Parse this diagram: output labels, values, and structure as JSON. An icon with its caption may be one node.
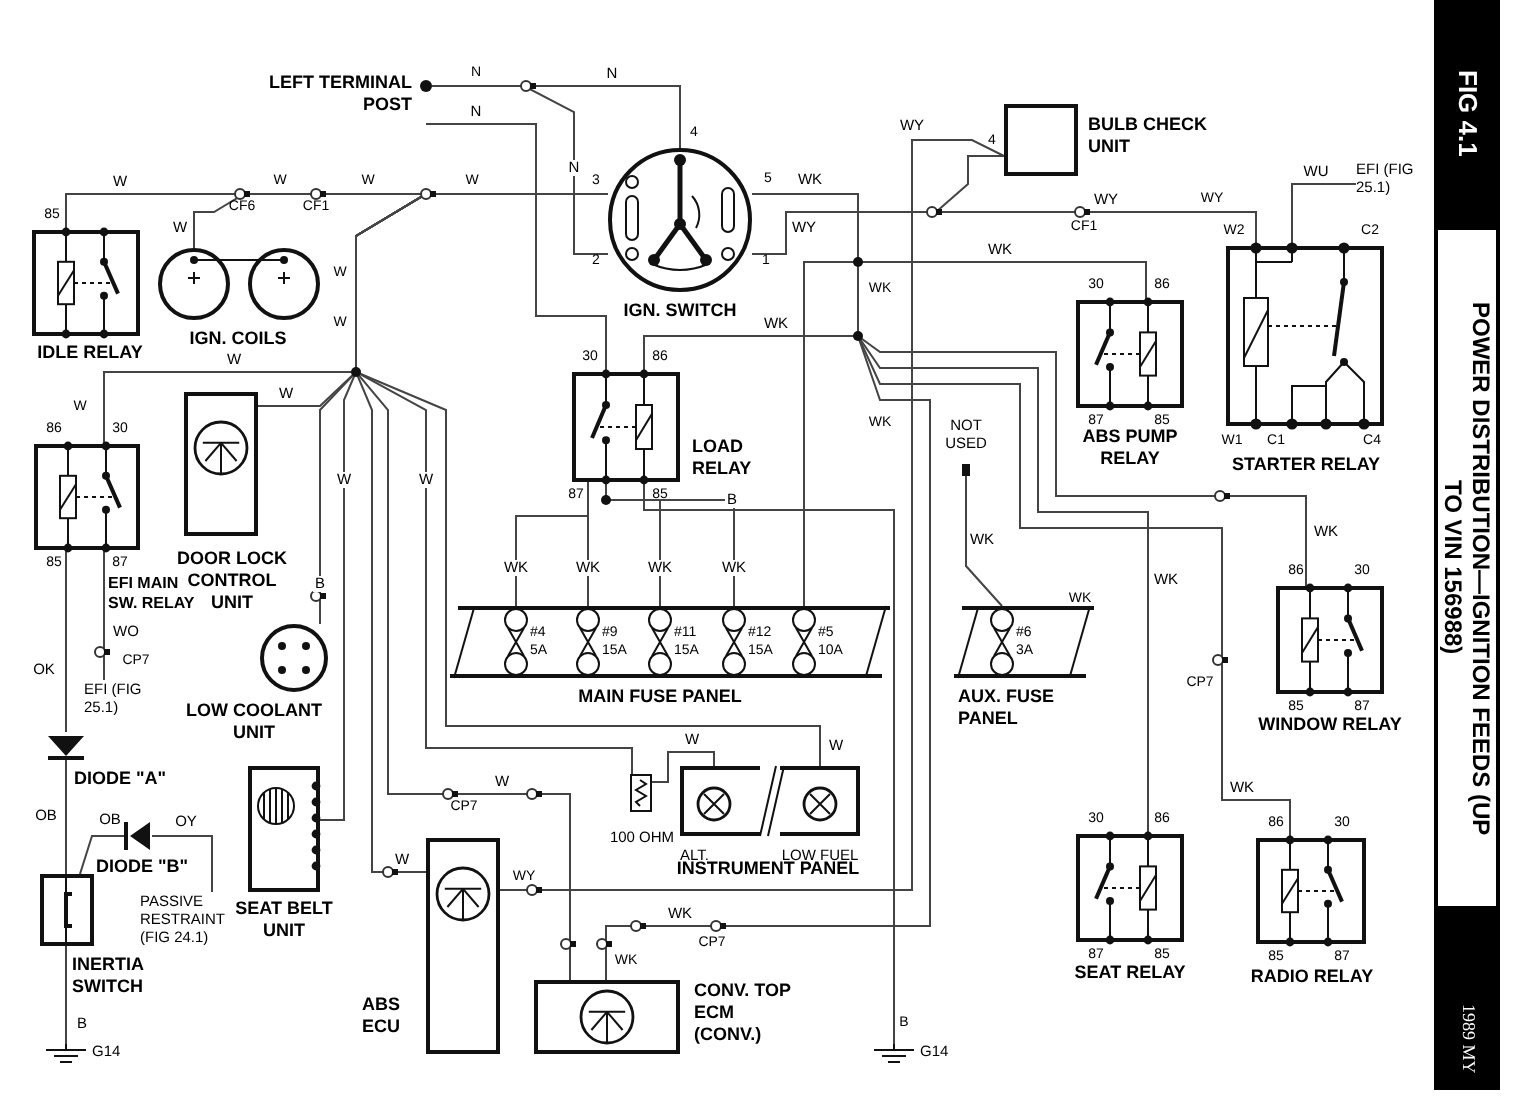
{
  "diagram": {
    "title": "POWER DISTRIBUTION—IGNITION FEEDS (UP TO VIN 156988)",
    "nodes": [
      {
        "text": [
          "LEFT TERMINAL POST"
        ]
      },
      {
        "text": [
          "IGN. SWITCH"
        ],
        "beside": [
          "4",
          "3",
          "5",
          "2",
          "1"
        ]
      },
      {
        "text": [
          "BULB CHECK UNIT"
        ],
        "beside": [
          "4"
        ]
      },
      {
        "text": [
          "IDLE RELAY"
        ],
        "beside": [
          "85"
        ]
      },
      {
        "text": [
          "IGN. COILS"
        ]
      },
      {
        "text": [
          "DOOR LOCK CONTROL UNIT"
        ]
      },
      {
        "text": [
          "LOAD RELAY"
        ],
        "beside": [
          "30",
          "86",
          "87",
          "85"
        ]
      },
      {
        "text": [
          "EFI MAIN SW. RELAY"
        ],
        "beside": [
          "86",
          "30",
          "85",
          "87"
        ]
      },
      {
        "text": [
          "ABS PUMP RELAY"
        ],
        "beside": [
          "30",
          "86",
          "87",
          "85"
        ]
      },
      {
        "text": [
          "STARTER RELAY"
        ],
        "beside": [
          "W2",
          "C2",
          "W1",
          "C1",
          "C4"
        ]
      },
      {
        "text": [
          "LOW COOLANT UNIT"
        ]
      },
      {
        "text": [
          "MAIN FUSE PANEL"
        ]
      },
      {
        "text": [
          "#4 5A"
        ],
        "in": 11
      },
      {
        "text": [
          "#9 15A"
        ],
        "in": 11
      },
      {
        "text": [
          "#11 15A"
        ],
        "in": 11
      },
      {
        "text": [
          "#12 15A"
        ],
        "in": 11
      },
      {
        "text": [
          "#5 10A"
        ],
        "in": 11
      },
      {
        "text": [
          "AUX. FUSE PANEL"
        ]
      },
      {
        "text": [
          "#6 3A"
        ],
        "in": 17
      },
      {
        "text": [
          "WINDOW RELAY"
        ],
        "beside": [
          "86",
          "30",
          "85",
          "87"
        ]
      },
      {
        "text": [
          "DIODE \"A\""
        ]
      },
      {
        "text": [
          "SEAT BELT UNIT"
        ]
      },
      {
        "text": [
          "100 OHM"
        ]
      },
      {
        "text": [
          "INSTRUMENT PANEL"
        ]
      },
      {
        "text": [
          "ALT."
        ],
        "in": 23
      },
      {
        "text": [
          "LOW FUEL"
        ],
        "in": 23
      },
      {
        "text": [
          "DIODE \"B\""
        ]
      },
      {
        "text": [
          "INERTIA SWITCH"
        ]
      },
      {
        "text": [
          "ABS ECU"
        ]
      },
      {
        "text": [
          "CONV. TOP ECM (CONV.)"
        ]
      },
      {
        "text": [
          "SEAT RELAY"
        ],
        "beside": [
          "30",
          "86",
          "87",
          "85"
        ]
      },
      {
        "text": [
          "RADIO RELAY"
        ],
        "beside": [
          "86",
          "30",
          "85",
          "87"
        ]
      },
      {
        "text": [
          "G14"
        ]
      },
      {
        "text": [
          "G14"
        ]
      },
      {
        "text": [
          "EFI (FIG 25.1)"
        ]
      },
      {
        "text": [
          "EFI (FIG 25.1)"
        ]
      },
      {
        "text": [
          "PASSIVE RESTRAINT (FIG 24.1)"
        ]
      },
      {
        "text": [
          "NOT USED"
        ]
      }
    ],
    "edges": [
      {
        "from": 0,
        "to": 1,
        "arrow": "none",
        "label": "N"
      },
      {
        "from": 0,
        "to": 1,
        "arrow": "none",
        "label": "N"
      },
      {
        "from": 0,
        "to": 6,
        "arrow": "none",
        "label": "N"
      },
      {
        "from": 1,
        "to": 3,
        "arrow": "none",
        "label": "W"
      },
      {
        "from": 1,
        "to": 4,
        "arrow": "none",
        "label": "W"
      },
      {
        "from": 1,
        "to": 5,
        "arrow": "none",
        "label": "W"
      },
      {
        "from": 1,
        "to": 7,
        "arrow": "none",
        "label": "W"
      },
      {
        "from": 1,
        "to": 10,
        "arrow": "none",
        "label": "B"
      },
      {
        "from": 1,
        "to": 21,
        "arrow": "none",
        "label": "W"
      },
      {
        "from": 1,
        "to": 28,
        "arrow": "none",
        "label": "W"
      },
      {
        "from": 1,
        "to": 29,
        "arrow": "none",
        "label": "W"
      },
      {
        "from": 1,
        "to": 22,
        "arrow": "none",
        "label": "W"
      },
      {
        "from": 1,
        "to": 25,
        "arrow": "none",
        "label": "W"
      },
      {
        "from": 22,
        "to": 24,
        "arrow": "none",
        "label": "W"
      },
      {
        "from": 1,
        "to": 16,
        "arrow": "none",
        "label": "WK"
      },
      {
        "from": 1,
        "to": 6,
        "arrow": "none",
        "label": "WK"
      },
      {
        "from": 1,
        "to": 8,
        "arrow": "none",
        "label": "WK"
      },
      {
        "from": 1,
        "to": 19,
        "arrow": "none",
        "label": "WK"
      },
      {
        "from": 1,
        "to": 30,
        "arrow": "none",
        "label": "WK"
      },
      {
        "from": 1,
        "to": 31,
        "arrow": "none",
        "label": "WK"
      },
      {
        "from": 1,
        "to": 29,
        "arrow": "none",
        "label": "WK"
      },
      {
        "from": 1,
        "to": 2,
        "arrow": "none",
        "label": "WY"
      },
      {
        "from": 1,
        "to": 9,
        "arrow": "none",
        "label": "WY"
      },
      {
        "from": 2,
        "to": 28,
        "arrow": "none",
        "label": "WY"
      },
      {
        "from": 34,
        "to": 9,
        "arrow": "none",
        "label": "WU"
      },
      {
        "from": 6,
        "to": 33,
        "arrow": "none",
        "label": "B"
      },
      {
        "from": 6,
        "to": 12,
        "arrow": "none",
        "label": "WK"
      },
      {
        "from": 6,
        "to": 13,
        "arrow": "none",
        "label": "WK"
      },
      {
        "from": 6,
        "to": 14,
        "arrow": "none",
        "label": "WK"
      },
      {
        "from": 6,
        "to": 15,
        "arrow": "none",
        "label": "WK"
      },
      {
        "from": 7,
        "to": 35,
        "arrow": "none",
        "label": "WO"
      },
      {
        "from": 7,
        "to": 20,
        "arrow": "none",
        "label": "OK"
      },
      {
        "from": 20,
        "to": 27,
        "arrow": "none",
        "label": "OB"
      },
      {
        "from": 26,
        "to": 27,
        "arrow": "none",
        "label": "OB"
      },
      {
        "from": 36,
        "to": 26,
        "arrow": "none",
        "label": "OY"
      },
      {
        "from": 27,
        "to": 32,
        "arrow": "none",
        "label": "B"
      },
      {
        "from": 37,
        "to": 18,
        "arrow": "none",
        "label": "WK"
      }
    ],
    "labels": [
      "CF6",
      "CF1",
      "W",
      "W",
      "W",
      "N",
      "W",
      "W",
      "W",
      "WY",
      "CF1",
      "WK",
      "WK",
      "CP7",
      "CP7",
      "WY",
      "CP7",
      "WK",
      "B",
      "CP7",
      "WK",
      "FIG 4.1",
      "1989 MY"
    ]
  }
}
